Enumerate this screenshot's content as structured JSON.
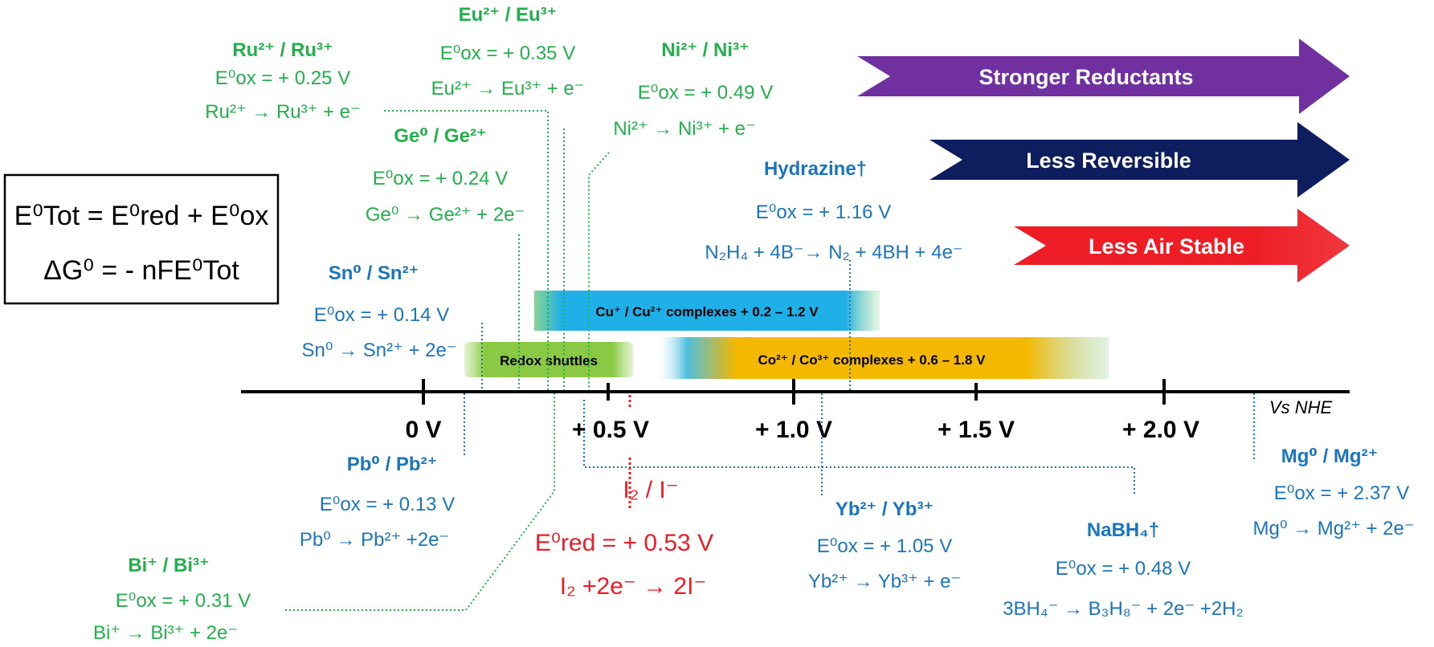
{
  "formula_box": {
    "line1": "E⁰Tot = E⁰red + E⁰ox",
    "line2": "ΔG⁰ = - nFE⁰Tot"
  },
  "axis": {
    "reference": "Vs NHE",
    "ticks": [
      "0 V",
      "+ 0.5 V",
      "+ 1.0 V",
      "+ 1.5 V",
      "+ 2.0 V"
    ]
  },
  "arrows": [
    {
      "label": "Stronger Reductants",
      "color": "#7030a0"
    },
    {
      "label": "Less Reversible",
      "color": "#0d1d5e"
    },
    {
      "label": "Less Air Stable",
      "color": "#ee1c24"
    }
  ],
  "bands": [
    {
      "label": "Cu⁺ / Cu²⁺ complexes + 0.2 – 1.2 V",
      "color": "#1fb0e8"
    },
    {
      "label": "Redox shuttles",
      "color": "#8ac943"
    },
    {
      "label": "Co²⁺ / Co³⁺ complexes + 0.6 – 1.8 V",
      "color": "#f5b800"
    }
  ],
  "couples": {
    "ru": {
      "name": "Ru²⁺ / Ru³⁺",
      "potential": "E⁰ox = + 0.25 V",
      "reaction": "Ru²⁺ → Ru³⁺ + e⁻"
    },
    "eu": {
      "name": "Eu²⁺ / Eu³⁺",
      "potential": "E⁰ox = + 0.35 V",
      "reaction": "Eu²⁺ → Eu³⁺ + e⁻"
    },
    "ni": {
      "name": "Ni²⁺ / Ni³⁺",
      "potential": "E⁰ox = + 0.49 V",
      "reaction": "Ni²⁺ → Ni³⁺ + e⁻"
    },
    "ge": {
      "name": "Ge⁰ / Ge²⁺",
      "potential": "E⁰ox = + 0.24 V",
      "reaction": "Ge⁰ → Ge²⁺ + 2e⁻"
    },
    "hydrazine": {
      "name": "Hydrazine†",
      "potential": "E⁰ox = + 1.16 V",
      "reaction": "N₂H₄ + 4B⁻→ N₂ + 4BH + 4e⁻"
    },
    "sn": {
      "name": "Sn⁰ / Sn²⁺",
      "potential": "E⁰ox = + 0.14 V",
      "reaction": "Sn⁰ → Sn²⁺ + 2e⁻"
    },
    "pb": {
      "name": "Pb⁰ / Pb²⁺",
      "potential": "E⁰ox = + 0.13 V",
      "reaction": "Pb⁰ → Pb²⁺ +2e⁻"
    },
    "bi": {
      "name": "Bi⁺ / Bi³⁺",
      "potential": "E⁰ox = + 0.31 V",
      "reaction": "Bi⁺ → Bi³⁺ + 2e⁻"
    },
    "iodine": {
      "name": "I₂ / I⁻",
      "potential": "E⁰red = + 0.53 V",
      "reaction": "I₂ +2e⁻ → 2I⁻"
    },
    "yb": {
      "name": "Yb²⁺ / Yb³⁺",
      "potential": "E⁰ox = + 1.05 V",
      "reaction": "Yb²⁺ → Yb³⁺ + e⁻"
    },
    "nabh4": {
      "name": "NaBH₄†",
      "potential": "E⁰ox = + 0.48 V",
      "reaction": "3BH₄⁻ → B₃H₈⁻ + 2e⁻ +2H₂"
    },
    "mg": {
      "name": "Mg⁰ / Mg²⁺",
      "potential": "E⁰ox = + 2.37 V",
      "reaction": "Mg⁰ → Mg²⁺ + 2e⁻"
    }
  },
  "colors": {
    "green": "#22b04b",
    "blue": "#1b75bc",
    "red": "#ee1c24"
  }
}
